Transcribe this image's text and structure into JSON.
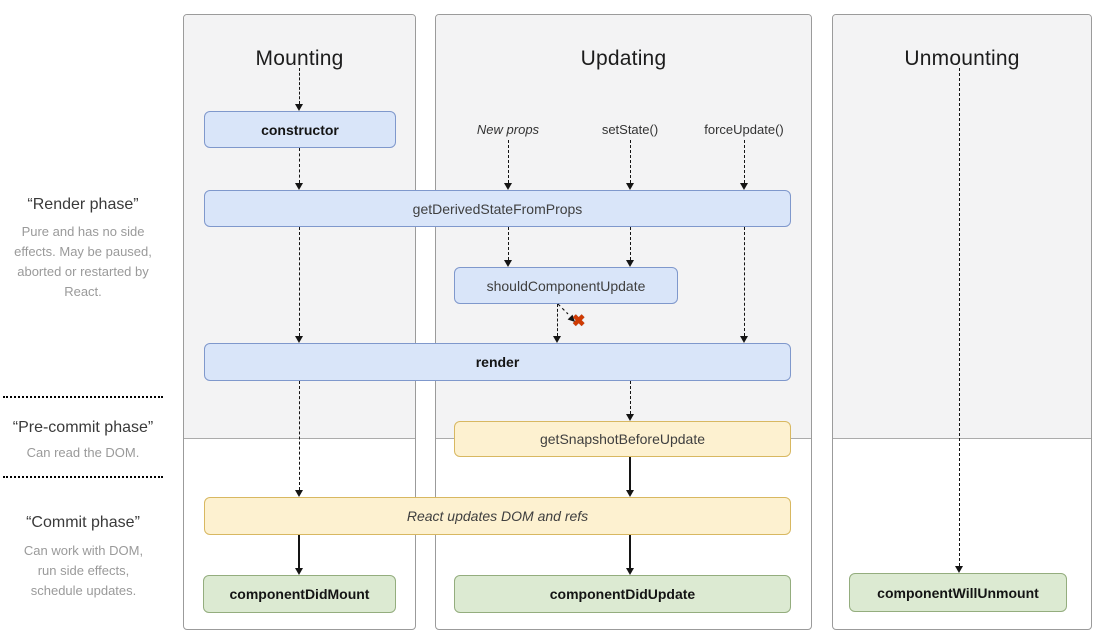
{
  "titles": {
    "mounting": "Mounting",
    "updating": "Updating",
    "unmounting": "Unmounting"
  },
  "phase_labels": {
    "render": {
      "title": "“Render phase”",
      "desc": "Pure and has no side effects. May be paused, aborted or restarted by React."
    },
    "pre_commit": {
      "title": "“Pre-commit phase”",
      "desc": "Can read the DOM."
    },
    "commit": {
      "title": "“Commit phase”",
      "desc": "Can work with DOM, run side effects, schedule updates."
    }
  },
  "triggers": {
    "new_props": "New props",
    "set_state": "setState()",
    "force_update": "forceUpdate()"
  },
  "nodes": {
    "ctor": "constructor",
    "gdsfp": "getDerivedStateFromProps",
    "scu": "shouldComponentUpdate",
    "render": "render",
    "gsbu": "getSnapshotBeforeUpdate",
    "react_updates": "React updates DOM and refs",
    "cdm": "componentDidMount",
    "cdu": "componentDidUpdate",
    "cwu": "componentWillUnmount"
  },
  "icons": {
    "cancel_x": "✖"
  },
  "colors": {
    "node_blue_fill": "#d9e5f9",
    "node_blue_border": "#7f98cc",
    "node_yellow_fill": "#fdf1d0",
    "node_yellow_border": "#d8b861",
    "node_green_fill": "#dcead2",
    "node_green_border": "#94ad7e",
    "panel_shade": "#f3f3f4",
    "panel_border": "#9b9b9b",
    "cancel_red": "#cf3a02"
  }
}
